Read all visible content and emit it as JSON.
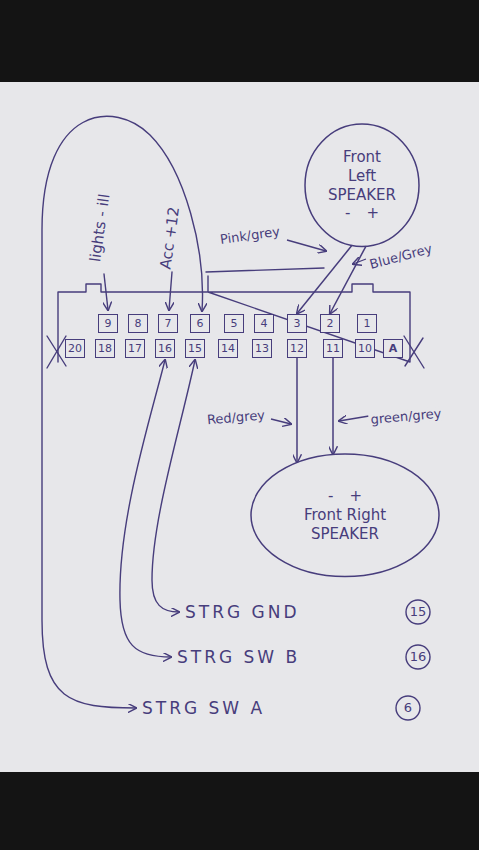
{
  "diagram": {
    "nodes": [
      {
        "text": [
          "Front Left SPEAKER",
          "-",
          "+"
        ]
      },
      {
        "text": [
          "9"
        ]
      },
      {
        "text": [
          "8"
        ]
      },
      {
        "text": [
          "7"
        ]
      },
      {
        "text": [
          "6"
        ]
      },
      {
        "text": [
          "5"
        ]
      },
      {
        "text": [
          "4"
        ]
      },
      {
        "text": [
          "3"
        ]
      },
      {
        "text": [
          "2"
        ]
      },
      {
        "text": [
          "1"
        ]
      },
      {
        "text": [
          "20"
        ]
      },
      {
        "text": [
          "18"
        ]
      },
      {
        "text": [
          "17"
        ]
      },
      {
        "text": [
          "16"
        ]
      },
      {
        "text": [
          "15"
        ]
      },
      {
        "text": [
          "14"
        ]
      },
      {
        "text": [
          "13"
        ]
      },
      {
        "text": [
          "12"
        ]
      },
      {
        "text": [
          "11"
        ]
      },
      {
        "text": [
          "10"
        ]
      },
      {
        "text": [
          "A"
        ]
      },
      {
        "text": [
          "-",
          "+",
          "Front Right SPEAKER"
        ]
      }
    ],
    "edges": [
      {
        "from": 0,
        "to": 7,
        "arrow": "to",
        "label": "Pink/grey"
      },
      {
        "from": 0,
        "to": 8,
        "arrow": "to",
        "label": "Blue/Grey"
      },
      {
        "from": 17,
        "to": 21,
        "arrow": "to",
        "label": "Red/grey"
      },
      {
        "from": 18,
        "to": 21,
        "arrow": "to",
        "label": "green/grey"
      }
    ],
    "labels": [
      "lights - ill",
      "Acc +12",
      "STRG GND",
      "15",
      "STRG SW B",
      "16",
      "STRG SW A",
      "6"
    ]
  }
}
